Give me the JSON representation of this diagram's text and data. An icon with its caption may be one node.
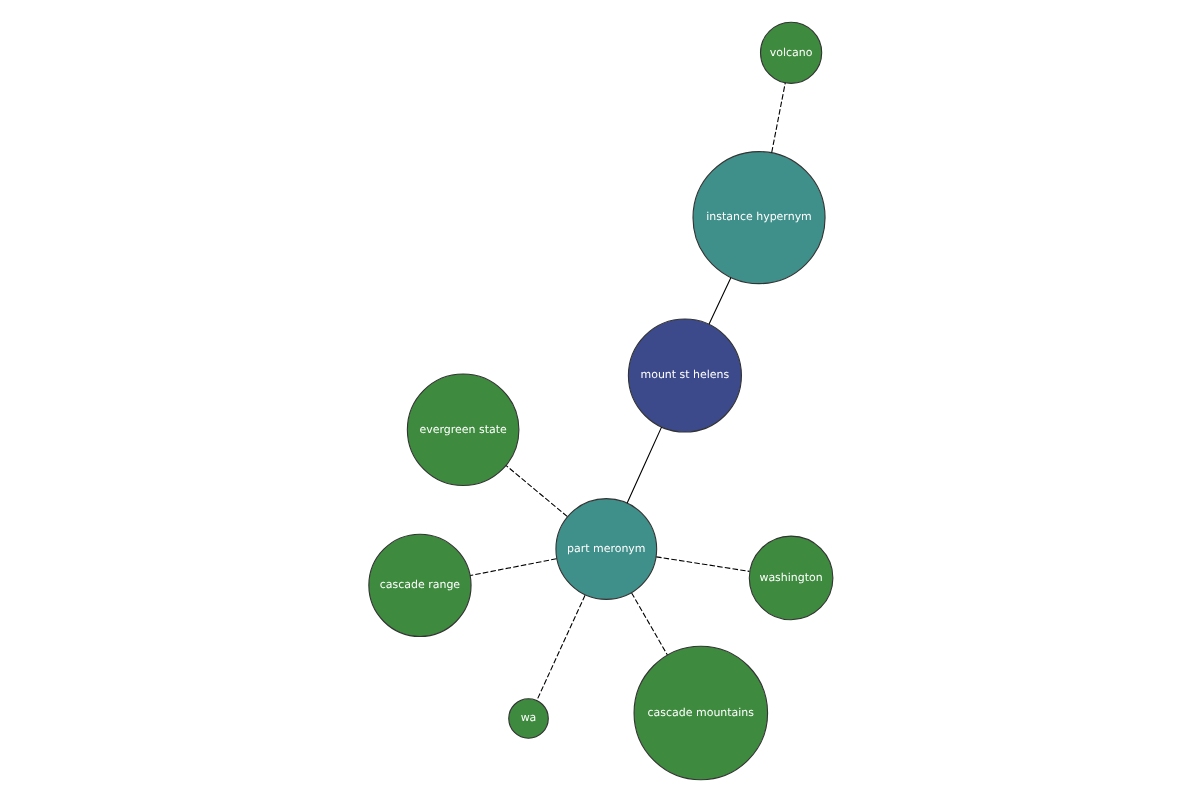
{
  "diagram": {
    "nodes": [
      {
        "text": [
          "volcano"
        ]
      },
      {
        "text": [
          "instance hypernym"
        ]
      },
      {
        "text": [
          "wa"
        ]
      },
      {
        "text": [
          "evergreen state"
        ]
      },
      {
        "text": [
          "mount st helens"
        ]
      },
      {
        "text": [
          "part meronym"
        ]
      },
      {
        "text": [
          "cascade range"
        ]
      },
      {
        "text": [
          "washington"
        ]
      },
      {
        "text": [
          "cascade mountains"
        ]
      }
    ],
    "edges": [
      {
        "from": 4,
        "to": 1,
        "arrow": "none"
      },
      {
        "from": 1,
        "to": 0,
        "arrow": "none",
        "style": "dashed"
      },
      {
        "from": 4,
        "to": 5,
        "arrow": "none"
      },
      {
        "from": 5,
        "to": 2,
        "arrow": "none",
        "style": "dashed"
      },
      {
        "from": 5,
        "to": 3,
        "arrow": "none",
        "style": "dashed"
      },
      {
        "from": 5,
        "to": 6,
        "arrow": "none",
        "style": "dashed"
      },
      {
        "from": 5,
        "to": 7,
        "arrow": "none",
        "style": "dashed"
      },
      {
        "from": 5,
        "to": 8,
        "arrow": "none",
        "style": "dashed"
      }
    ]
  }
}
